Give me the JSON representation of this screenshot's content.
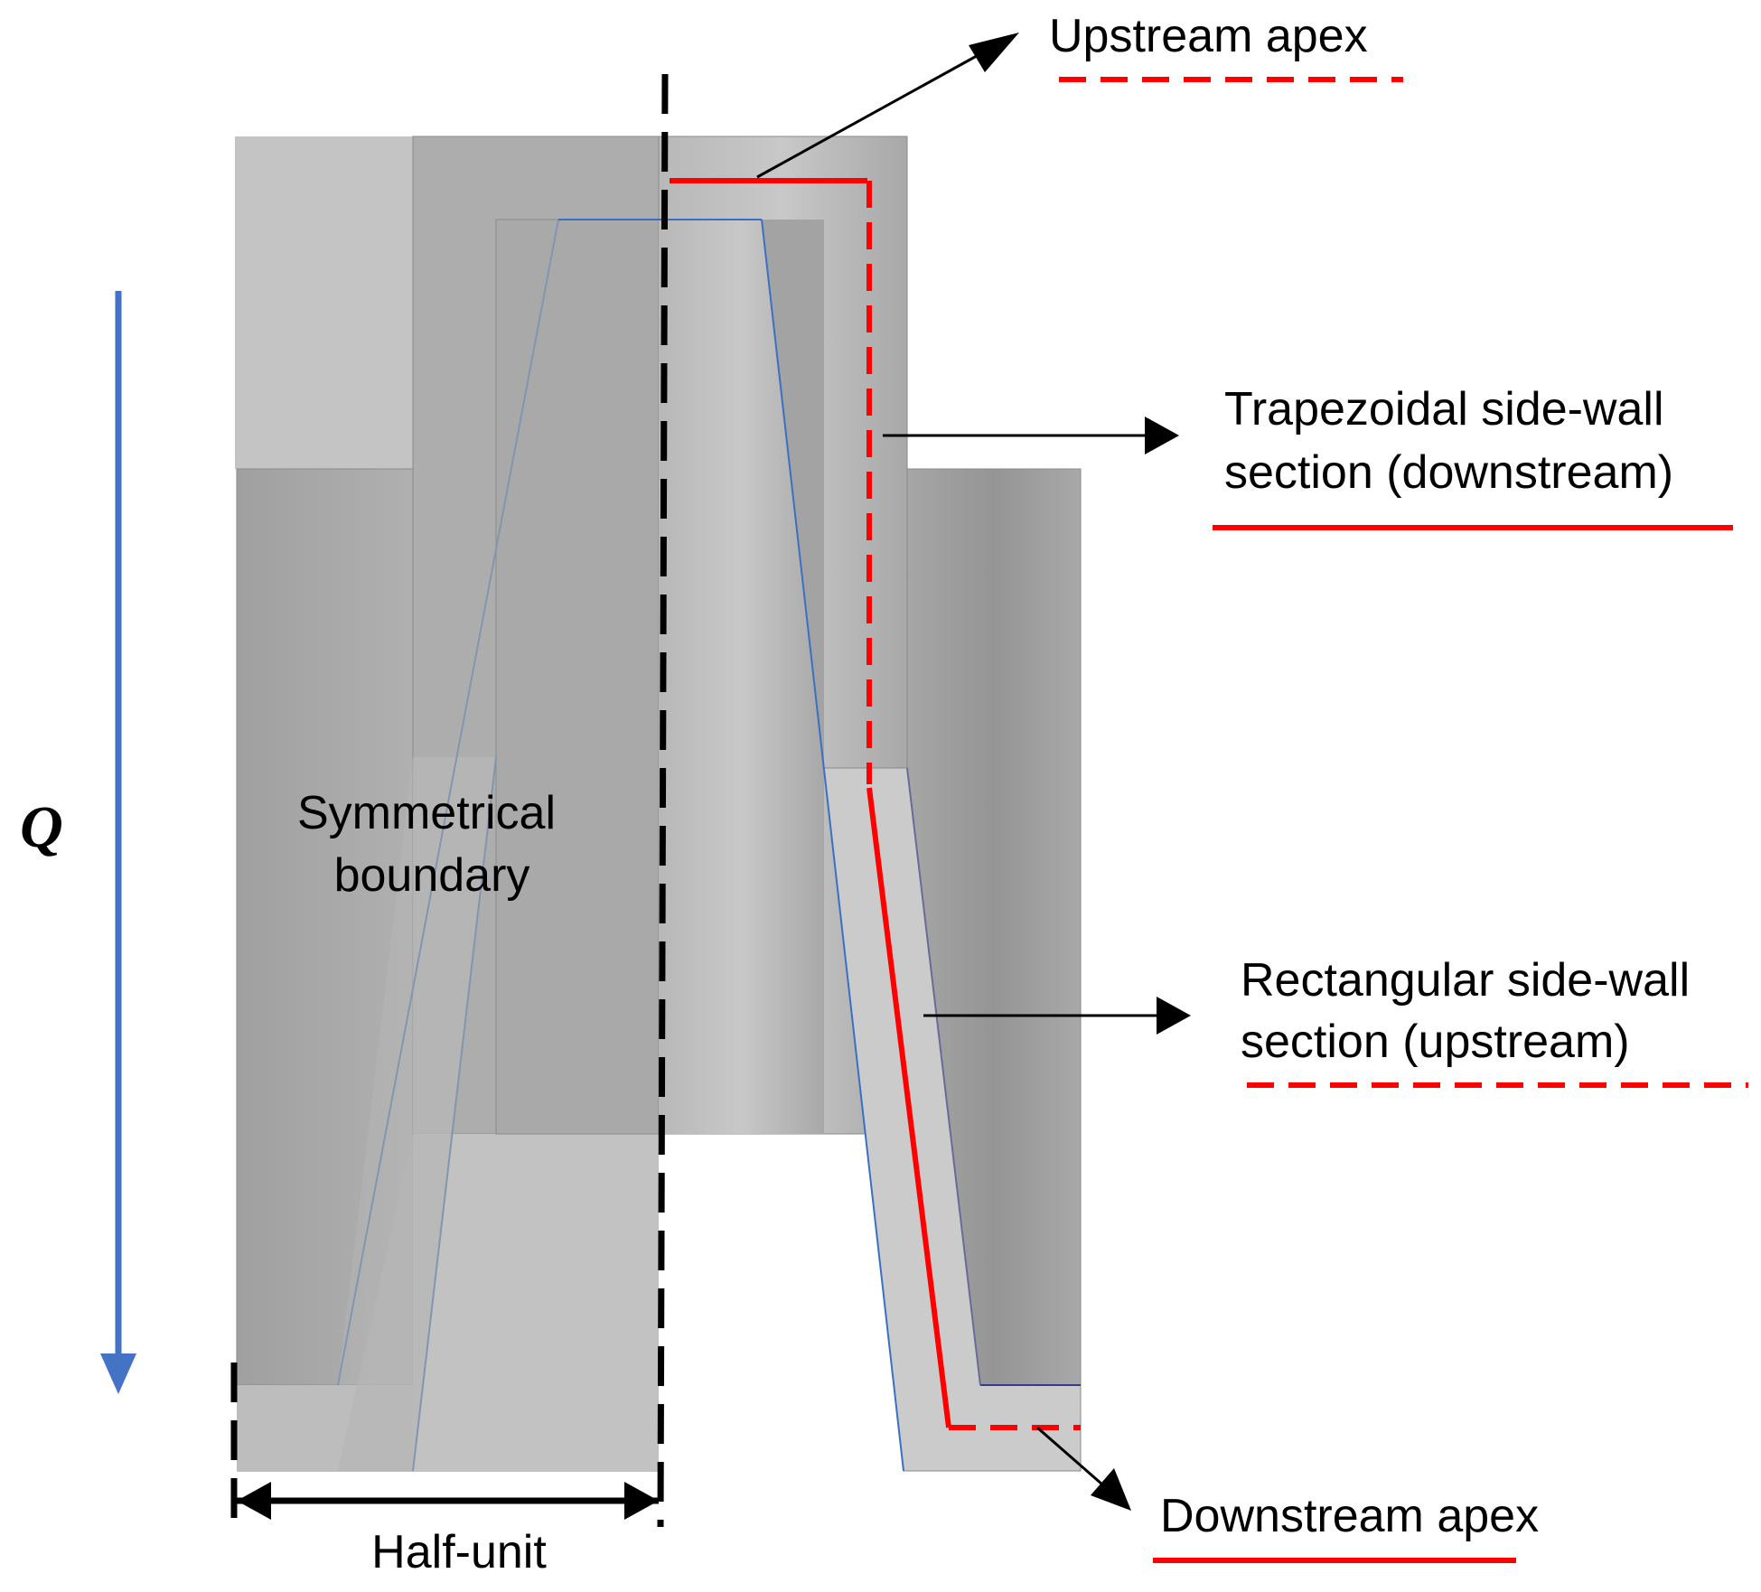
{
  "labels": {
    "upstream_apex": "Upstream apex",
    "trapezoidal_line1": "Trapezoidal side-wall",
    "trapezoidal_line2": "section (downstream)",
    "rectangular_line1": "Rectangular side-wall",
    "rectangular_line2": "section (upstream)",
    "downstream_apex": "Downstream apex",
    "symmetrical_line1": "Symmetrical",
    "symmetrical_line2": "boundary",
    "half_unit": "Half-unit",
    "flow_symbol": "Q"
  },
  "colors": {
    "accent_red": "#ff0000",
    "flow_arrow": "#4472c4",
    "light_gray": "#c6c6c6",
    "mid_gray": "#bdbdbd",
    "dark_gray": "#a6a6a6",
    "pale_gray": "#d0d0d0",
    "annotation_black": "#000000"
  }
}
